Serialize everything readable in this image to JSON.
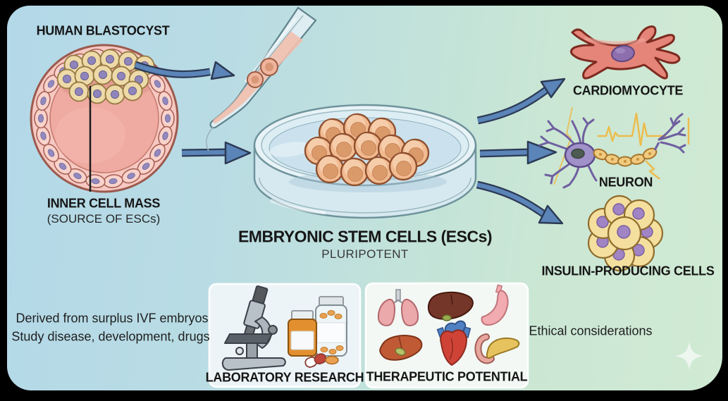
{
  "palette": {
    "bg_left": "#b3d8e8",
    "bg_right": "#d0ead3",
    "frame": "#000000",
    "arrow_fill": "#5b84b8",
    "arrow_outline": "#2c3a55",
    "text": "#161616",
    "blastocyst_pink": "#f6c9c2",
    "icm_yellow": "#eddaa8",
    "stem_cell_orange": "#f1ba90",
    "cardiomyocyte_red": "#e5857a",
    "neuron_purple": "#a091c8",
    "insulin_yellow": "#f4df9e",
    "panel_bg": "#eef5f8"
  },
  "blastocyst": {
    "title": "HUMAN BLASTOCYST",
    "label_line1": "INNER CELL MASS",
    "label_line2": "(SOURCE OF ESCs)"
  },
  "center": {
    "title": "EMBRYONIC STEM CELLS (ESCs)",
    "subtitle": "PLURIPOTENT"
  },
  "derivatives": {
    "cardiomyocyte": "CARDIOMYOCYTE",
    "neuron": "NEURON",
    "insulin": "INSULIN-PRODUCING CELLS"
  },
  "facts": {
    "line1": "Derived from surplus IVF embryos",
    "line2": "Study disease, development, drugs",
    "ethics": "Ethical considerations"
  },
  "panels": {
    "laboratory": "LABORATORY RESEARCH",
    "therapeutic": "THERAPEUTIC POTENTIAL"
  },
  "icons": {
    "pipette": "pipette-icon",
    "petri_dish": "petri-dish-icon",
    "microscope": "microscope-icon",
    "pill_bottles": "medicine-bottles-icon",
    "capsule": "capsule-icon",
    "tablet": "tablet-icon",
    "organs": [
      "lungs-icon",
      "liver-icon",
      "stomach-icon",
      "liver-2-icon",
      "heart-icon",
      "pancreas-icon"
    ],
    "ecg": "ecg-trace-icon",
    "sparkle": "sparkle-icon"
  }
}
